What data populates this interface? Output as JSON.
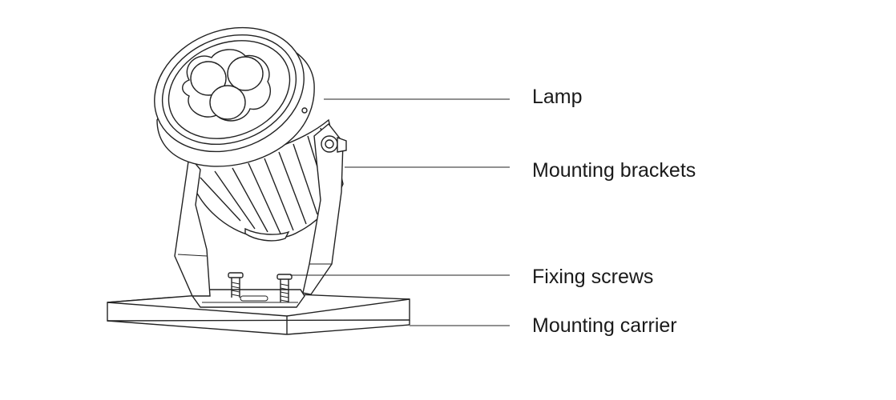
{
  "labels": {
    "lamp": "Lamp",
    "mounting_brackets": "Mounting brackets",
    "fixing_screws": "Fixing screws",
    "mounting_carrier": "Mounting carrier"
  },
  "colors": {
    "line": "#222222",
    "text": "#1a1a1a",
    "background": "#ffffff"
  }
}
